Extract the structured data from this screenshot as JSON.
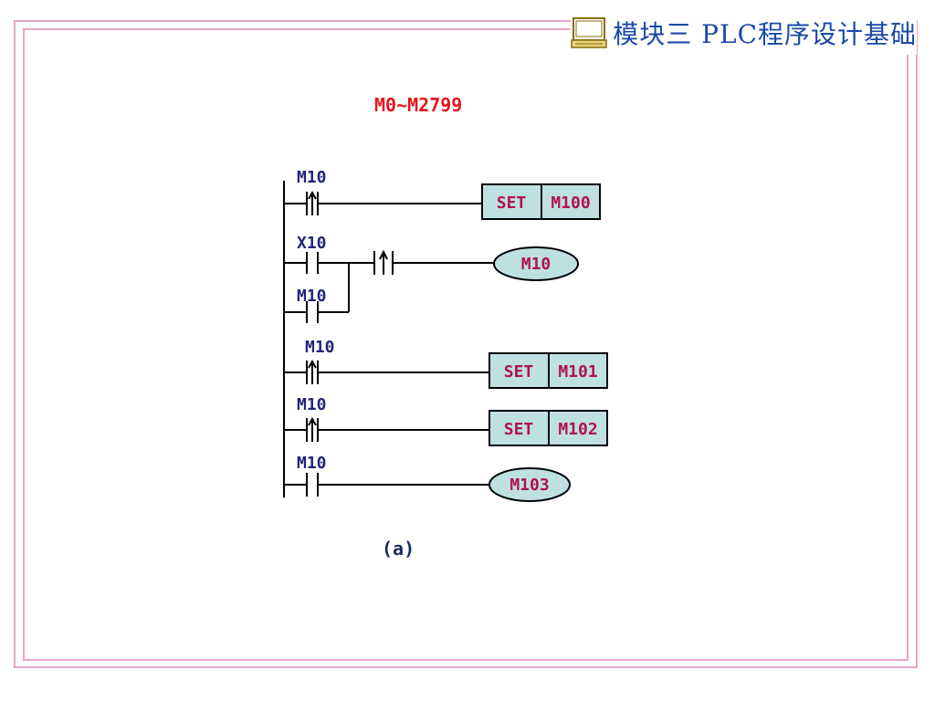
{
  "header": {
    "title": "模块三 PLC程序设计基础",
    "icon": "monitor-icon"
  },
  "range_label": "M0~M2799",
  "caption": "(a)",
  "colors": {
    "frame": "#e8a6c8",
    "box_fill": "#bfe0e3",
    "contact_label": "#23237a",
    "coil_text": "#b0114f",
    "range_label": "#e5161b",
    "title": "#1a4aa8"
  },
  "rungs": [
    {
      "contact_label": "M10",
      "contact_type": "rising-edge",
      "output_kind": "instruction",
      "instruction": "SET",
      "operand": "M100"
    },
    {
      "contact_label": "X10",
      "contact_type": "normally-open",
      "parallel_contact_label": "M10",
      "parallel_contact_type": "normally-open",
      "series_contact_type": "rising-edge",
      "output_kind": "coil",
      "coil": "M10"
    },
    {
      "contact_label": "M10",
      "contact_type": "rising-edge",
      "output_kind": "instruction",
      "instruction": "SET",
      "operand": "M101"
    },
    {
      "contact_label": "M10",
      "contact_type": "rising-edge",
      "output_kind": "instruction",
      "instruction": "SET",
      "operand": "M102"
    },
    {
      "contact_label": "M10",
      "contact_type": "normally-open",
      "output_kind": "coil",
      "coil": "M103"
    }
  ]
}
